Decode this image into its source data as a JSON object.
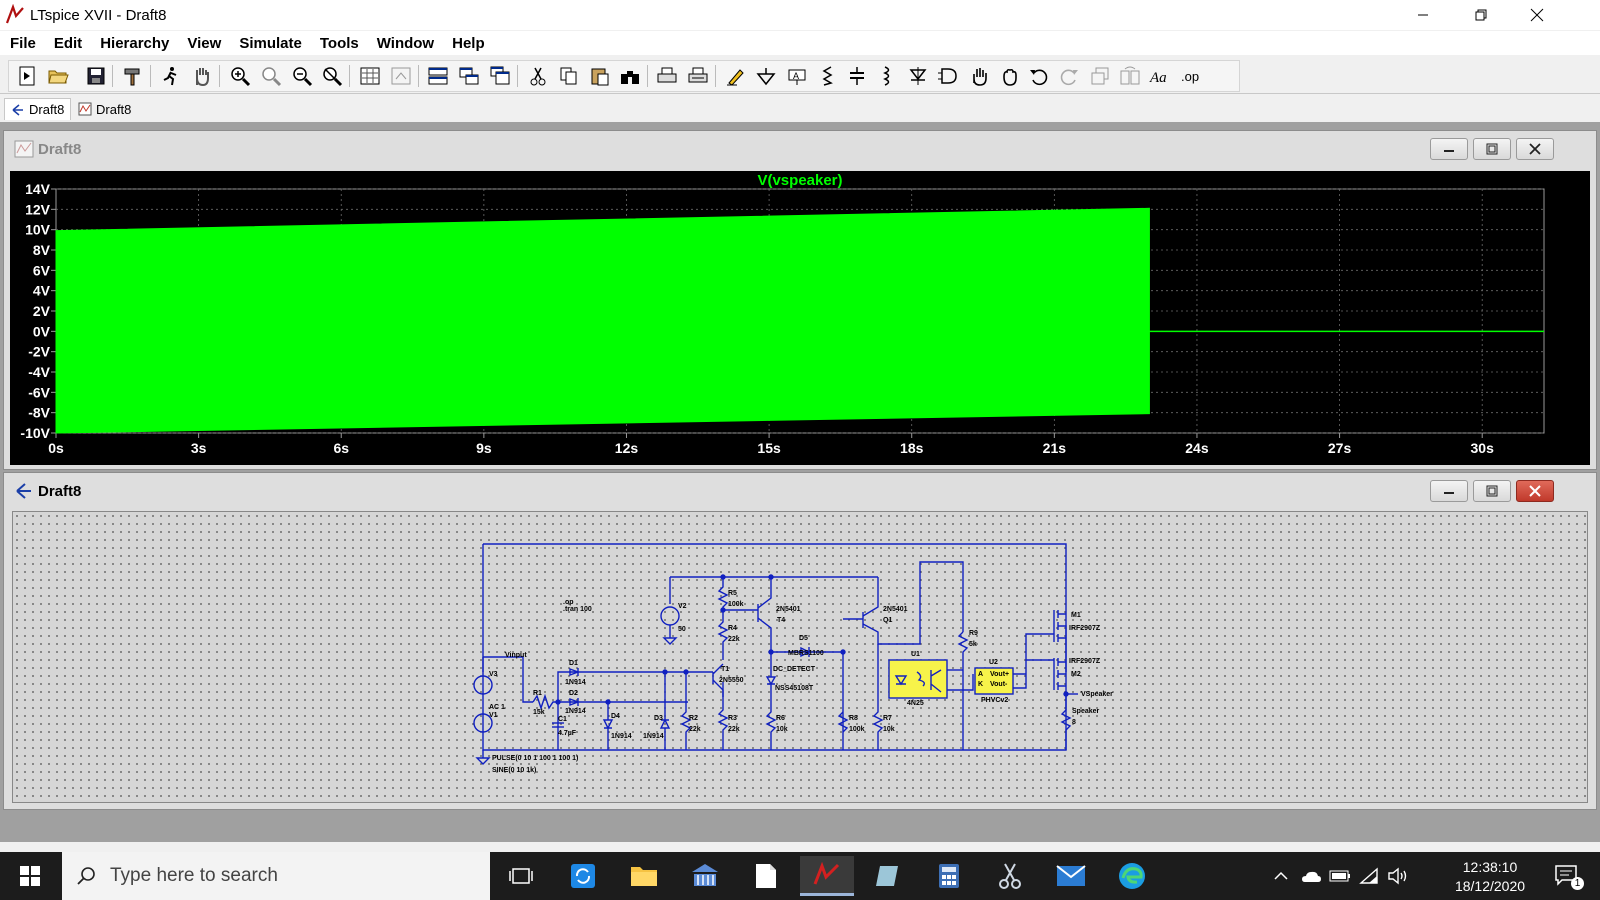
{
  "window": {
    "title": "LTspice XVII - Draft8"
  },
  "menu": [
    "File",
    "Edit",
    "Hierarchy",
    "View",
    "Simulate",
    "Tools",
    "Window",
    "Help"
  ],
  "toolbar": {
    "buttons": [
      "new-schematic",
      "open",
      "save",
      "control-panel",
      "run",
      "halt",
      "zoom-in",
      "zoom-fit",
      "zoom-out",
      "zoom-cancel",
      "autorange",
      "pan",
      "tile-horizontal",
      "tile-vertical",
      "cascade",
      "cut",
      "copy",
      "paste",
      "find",
      "print",
      "print-setup",
      "wire",
      "ground",
      "label-net",
      "resistor",
      "capacitor",
      "inductor",
      "diode",
      "component",
      "move",
      "drag",
      "undo",
      "redo",
      "rotate",
      "mirror",
      "text",
      "spice-directive"
    ]
  },
  "tabs": [
    {
      "label": "Draft8",
      "kind": "schematic",
      "active": true
    },
    {
      "label": "Draft8",
      "kind": "waveform",
      "active": false
    }
  ],
  "waveform_window": {
    "title": "Draft8"
  },
  "schematic_window": {
    "title": "Draft8"
  },
  "chart_data": {
    "type": "area",
    "title": "V(vspeaker)",
    "x": {
      "ticks": [
        "0s",
        "3s",
        "6s",
        "9s",
        "12s",
        "15s",
        "18s",
        "21s",
        "24s",
        "27s",
        "30s"
      ],
      "range": [
        0,
        31.3
      ],
      "unit": "s"
    },
    "y": {
      "ticks": [
        "14V",
        "12V",
        "10V",
        "8V",
        "6V",
        "4V",
        "2V",
        "0V",
        "-2V",
        "-4V",
        "-6V",
        "-8V",
        "-10V"
      ],
      "range": [
        -10,
        14
      ],
      "unit": "V"
    },
    "grid": true,
    "series": [
      {
        "name": "V(vspeaker)",
        "color": "#00ff00",
        "envelope_upper": [
          [
            0,
            9.9
          ],
          [
            23,
            12.1
          ]
        ],
        "envelope_lower": [
          [
            0,
            -10.0
          ],
          [
            23,
            -8.1
          ]
        ],
        "after_end": [
          [
            23,
            0
          ],
          [
            31.3,
            0
          ]
        ]
      }
    ]
  },
  "schematic_labels": {
    "op": ".op",
    "tran": ".tran 100",
    "vinput": "Vinput",
    "v3": "V3",
    "ac": "AC 1",
    "v1": "V1",
    "r1": "R1",
    "r1v": "15k",
    "c1": "C1",
    "c1v": "4.7µF",
    "d1": "D1",
    "d1v": "1N914",
    "d2": "D2",
    "d2v": "1N914",
    "d4": "D4",
    "d4v": "1N914",
    "d3": "D3",
    "d3v": "1N914",
    "r2": "R2",
    "r2v": "22k",
    "r3": "R3",
    "r3v": "22k",
    "v2": "V2",
    "v2v": "50",
    "r5": "R5",
    "r5v": "100k",
    "r4": "R4",
    "r4v": "22k",
    "t1": "T1",
    "t1v": "2N5550",
    "t4a": "2N5401",
    "t4": "T4",
    "d5": "D5",
    "d5v": "MBRS1100",
    "dc": "DC_DETECT",
    "nsv": "NSS45108T",
    "r6": "R6",
    "r6v": "10k",
    "q1a": "2N5401",
    "q1": "Q1",
    "r8": "R8",
    "r8v": "100k",
    "r7": "R7",
    "r7v": "10k",
    "u1": "U1",
    "u1v": "4N25",
    "r9": "R9",
    "r9v": "5k",
    "u2": "U2",
    "u2a": "A",
    "u2k": "K",
    "vp": "Vout+",
    "vm": "Vout-",
    "u2v": "PHVCv2",
    "m1": "M1",
    "m1v": "IRF2907Z",
    "m2v": "IRF2907Z",
    "m2": "M2",
    "vspk": "VSpeaker",
    "spk": "Speaker",
    "spk8": "8",
    "pulse": "PULSE(0 10 1 100 1 100 1)",
    "sine": "SINE(0 10 1k)"
  },
  "taskbar": {
    "search_placeholder": "Type here to search",
    "time": "12:38:10",
    "date": "18/12/2020",
    "notifications": "1"
  }
}
